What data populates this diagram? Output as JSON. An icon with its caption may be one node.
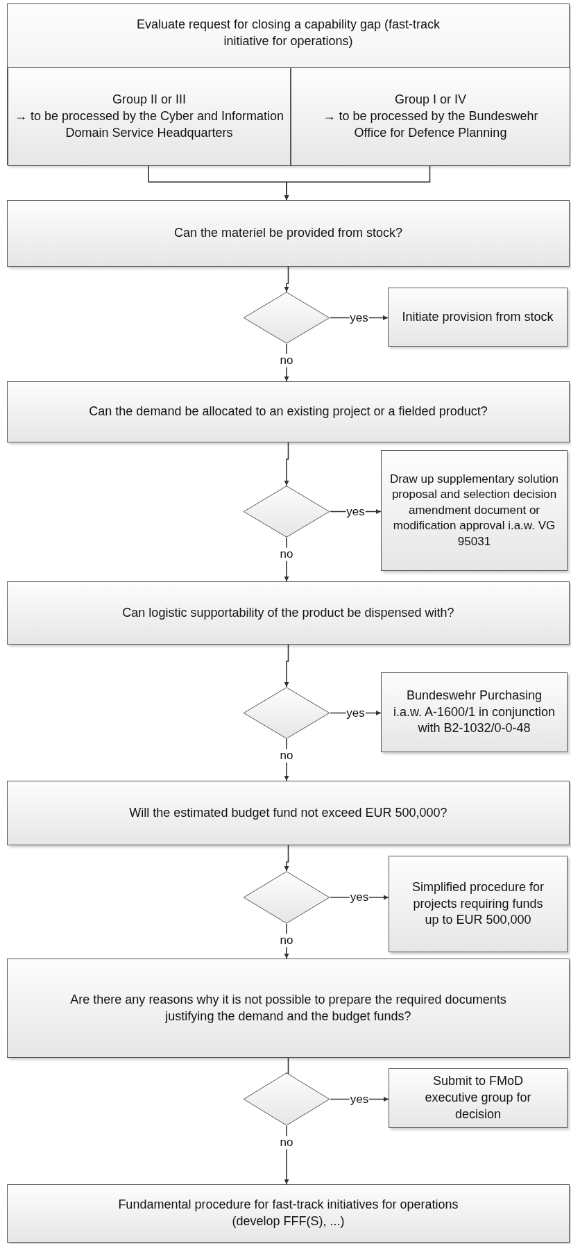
{
  "diagram": {
    "nodes": [
      {
        "text": [
          "Evaluate request for closing a capability gap (fast-track initiative for operations)"
        ]
      },
      {
        "text": [
          "Group II or III",
          "→ to be processed by the Cyber and Information Domain Service Headquarters"
        ],
        "in": 0
      },
      {
        "text": [
          "Group I or IV",
          "→ to be processed by the Bundeswehr Office for Defence Planning"
        ],
        "in": 0
      },
      {
        "text": [
          "Can the materiel be provided from stock?"
        ]
      },
      {
        "text": [],
        "shape": "diamond"
      },
      {
        "text": [
          "Initiate provision from stock"
        ]
      },
      {
        "text": [
          "Can the demand be allocated to an existing project or a fielded product?"
        ]
      },
      {
        "text": [],
        "shape": "diamond"
      },
      {
        "text": [
          "Draw up supplementary solution proposal and selection decision amendment document or modification approval i.a.w. VG 95031"
        ]
      },
      {
        "text": [
          "Can logistic supportability of the product be dispensed with?"
        ]
      },
      {
        "text": [],
        "shape": "diamond"
      },
      {
        "text": [
          "Bundeswehr Purchasing i.a.w. A-1600/1 in conjunction with B2-1032/0-0-48"
        ]
      },
      {
        "text": [
          "Will the estimated budget fund not exceed EUR 500,000?"
        ]
      },
      {
        "text": [],
        "shape": "diamond"
      },
      {
        "text": [
          "Simplified procedure for projects requiring funds up to EUR 500,000"
        ]
      },
      {
        "text": [
          "Are there any reasons why it is not possible to prepare the required documents justifying the demand and the budget funds?"
        ]
      },
      {
        "text": [],
        "shape": "diamond"
      },
      {
        "text": [
          "Submit to FMoD executive group for decision"
        ]
      },
      {
        "text": [
          "Fundamental procedure for fast-track initiatives for operations (develop FFF(S), ...)"
        ]
      }
    ],
    "edges": [
      {
        "from": 1,
        "to": 3,
        "arrow": "to"
      },
      {
        "from": 2,
        "to": 3,
        "arrow": "to"
      },
      {
        "from": 3,
        "to": 4,
        "arrow": "to"
      },
      {
        "from": 4,
        "to": 5,
        "arrow": "to",
        "label": "yes"
      },
      {
        "from": 4,
        "to": 6,
        "arrow": "to",
        "label": "no"
      },
      {
        "from": 6,
        "to": 7,
        "arrow": "to"
      },
      {
        "from": 7,
        "to": 8,
        "arrow": "to",
        "label": "yes"
      },
      {
        "from": 7,
        "to": 9,
        "arrow": "to",
        "label": "no"
      },
      {
        "from": 9,
        "to": 10,
        "arrow": "to"
      },
      {
        "from": 10,
        "to": 11,
        "arrow": "to",
        "label": "yes"
      },
      {
        "from": 10,
        "to": 12,
        "arrow": "to",
        "label": "no"
      },
      {
        "from": 12,
        "to": 13,
        "arrow": "to"
      },
      {
        "from": 13,
        "to": 14,
        "arrow": "to",
        "label": "yes"
      },
      {
        "from": 13,
        "to": 15,
        "arrow": "to",
        "label": "no"
      },
      {
        "from": 15,
        "to": 16,
        "arrow": "to"
      },
      {
        "from": 16,
        "to": 17,
        "arrow": "to",
        "label": "yes"
      },
      {
        "from": 16,
        "to": 18,
        "arrow": "to",
        "label": "no"
      }
    ]
  }
}
